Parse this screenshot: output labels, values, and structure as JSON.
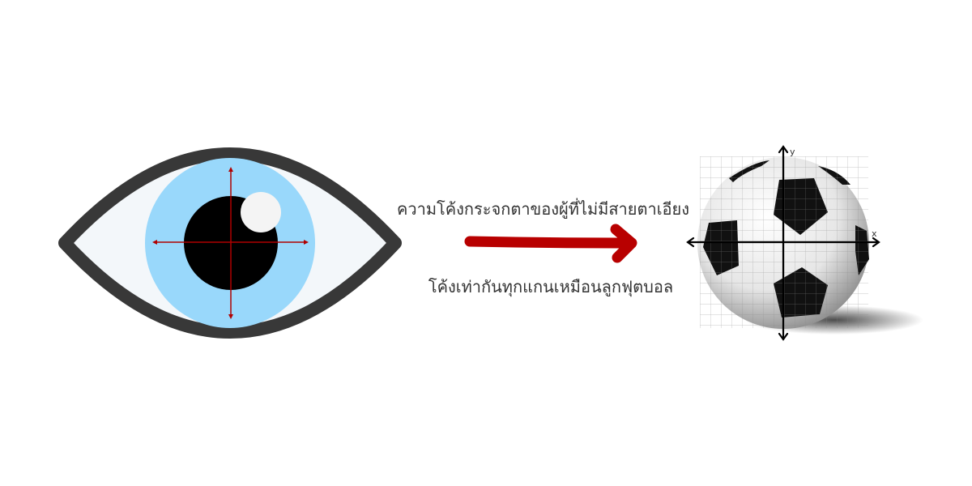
{
  "caption_top": "ความโค้งกระจกตาของผู้ที่ไม่มีสายตาเอียง",
  "caption_bottom": "โค้งเท่ากันทุกแกนเหมือนลูกฟุตบอล",
  "axis_labels": {
    "x": "x",
    "y": "y"
  },
  "colors": {
    "eye_outline": "#383838",
    "sclera": "#f3f7fa",
    "iris": "#99d8fb",
    "pupil": "#000000",
    "cross": "#b00000",
    "arrow": "#b80000"
  }
}
